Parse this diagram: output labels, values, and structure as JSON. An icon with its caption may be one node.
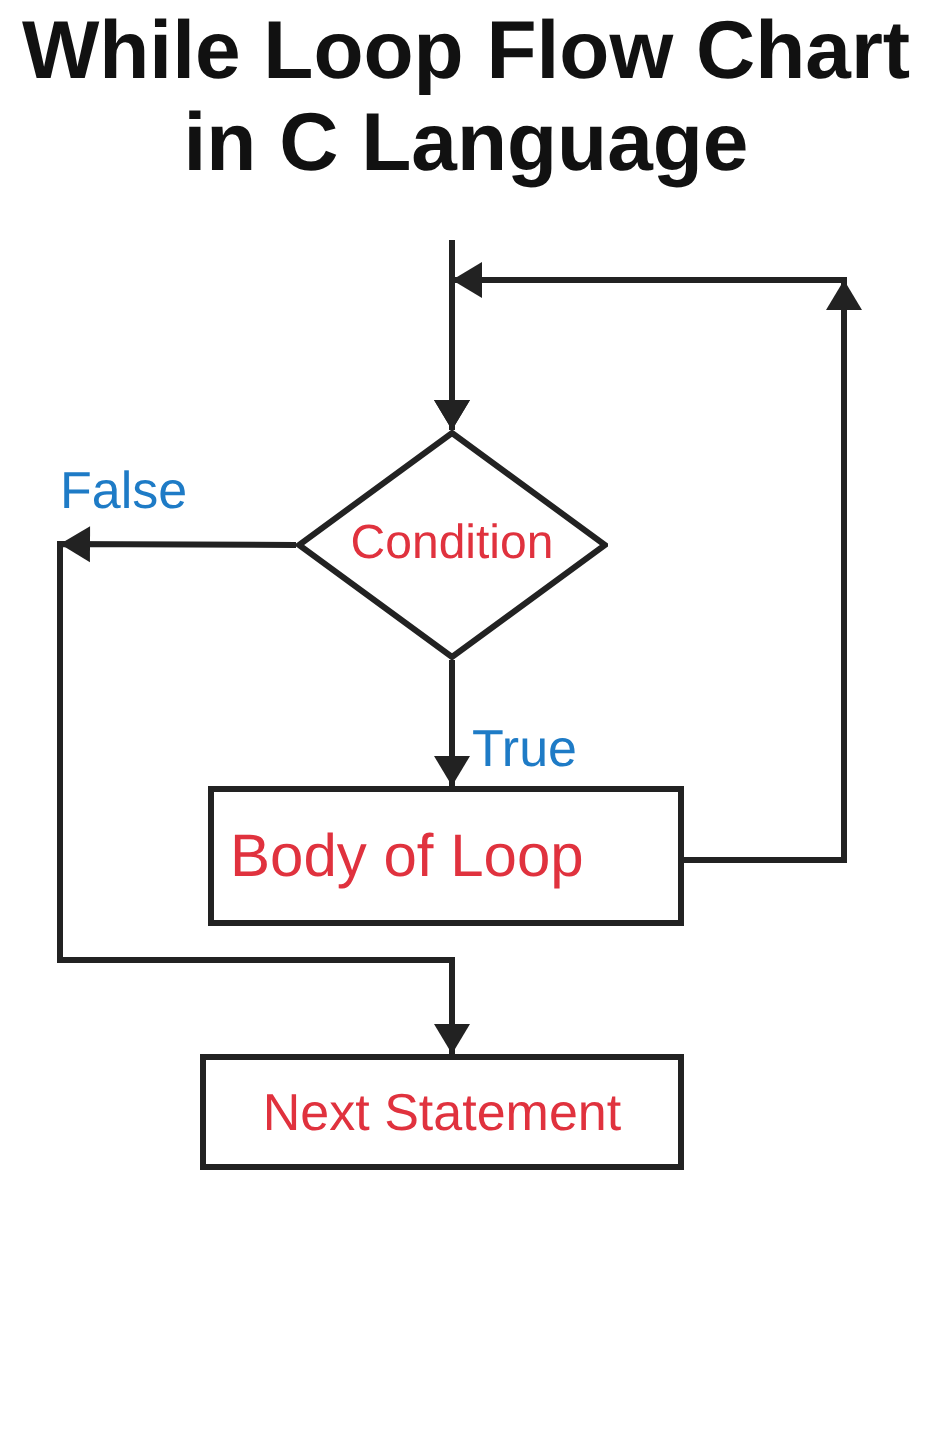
{
  "diagram": {
    "title": "While Loop Flow Chart in C Language",
    "nodes": [
      {
        "text": [
          "Condition"
        ]
      },
      {
        "text": [
          "Body of Loop"
        ]
      },
      {
        "text": [
          "Next Statement"
        ]
      }
    ],
    "edges": [
      {
        "from": null,
        "to": 0,
        "arrow": "to"
      },
      {
        "from": 0,
        "to": 1,
        "arrow": "to",
        "label": "True"
      },
      {
        "from": 0,
        "to": 2,
        "arrow": "to",
        "label": "False"
      },
      {
        "from": 1,
        "to": 0,
        "arrow": "to"
      }
    ]
  }
}
